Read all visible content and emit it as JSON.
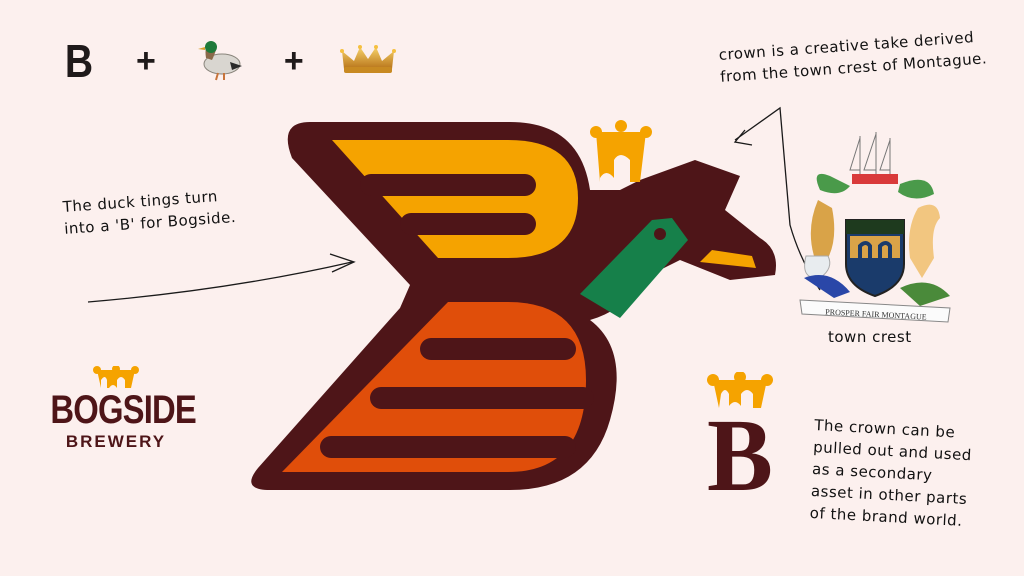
{
  "equation": {
    "letter": "B",
    "plus_1": "+",
    "duck_emoji": "🦆",
    "plus_2": "+",
    "crown_emoji": "👑"
  },
  "annotations": {
    "crown_origin": [
      "crown is a creative take derived",
      "from the town crest of Montague."
    ],
    "wings": [
      "The duck tings turn",
      "into a 'B' for Bogside."
    ],
    "town_crest_label": "town crest",
    "crown_asset": [
      "The crown can be",
      "pulled out and used",
      "as a secondary",
      "asset in other parts",
      "of the brand world."
    ]
  },
  "crest": {
    "motto": "PROSPER FAIR MONTAGUE"
  },
  "brand": {
    "name": "BOGSIDE",
    "subname": "BREWERY",
    "secondary_letter": "B"
  },
  "colors": {
    "background": "#fcf0ee",
    "maroon": "#4e1518",
    "gold": "#f5a300",
    "orange": "#e04e0a",
    "green": "#16804a"
  }
}
